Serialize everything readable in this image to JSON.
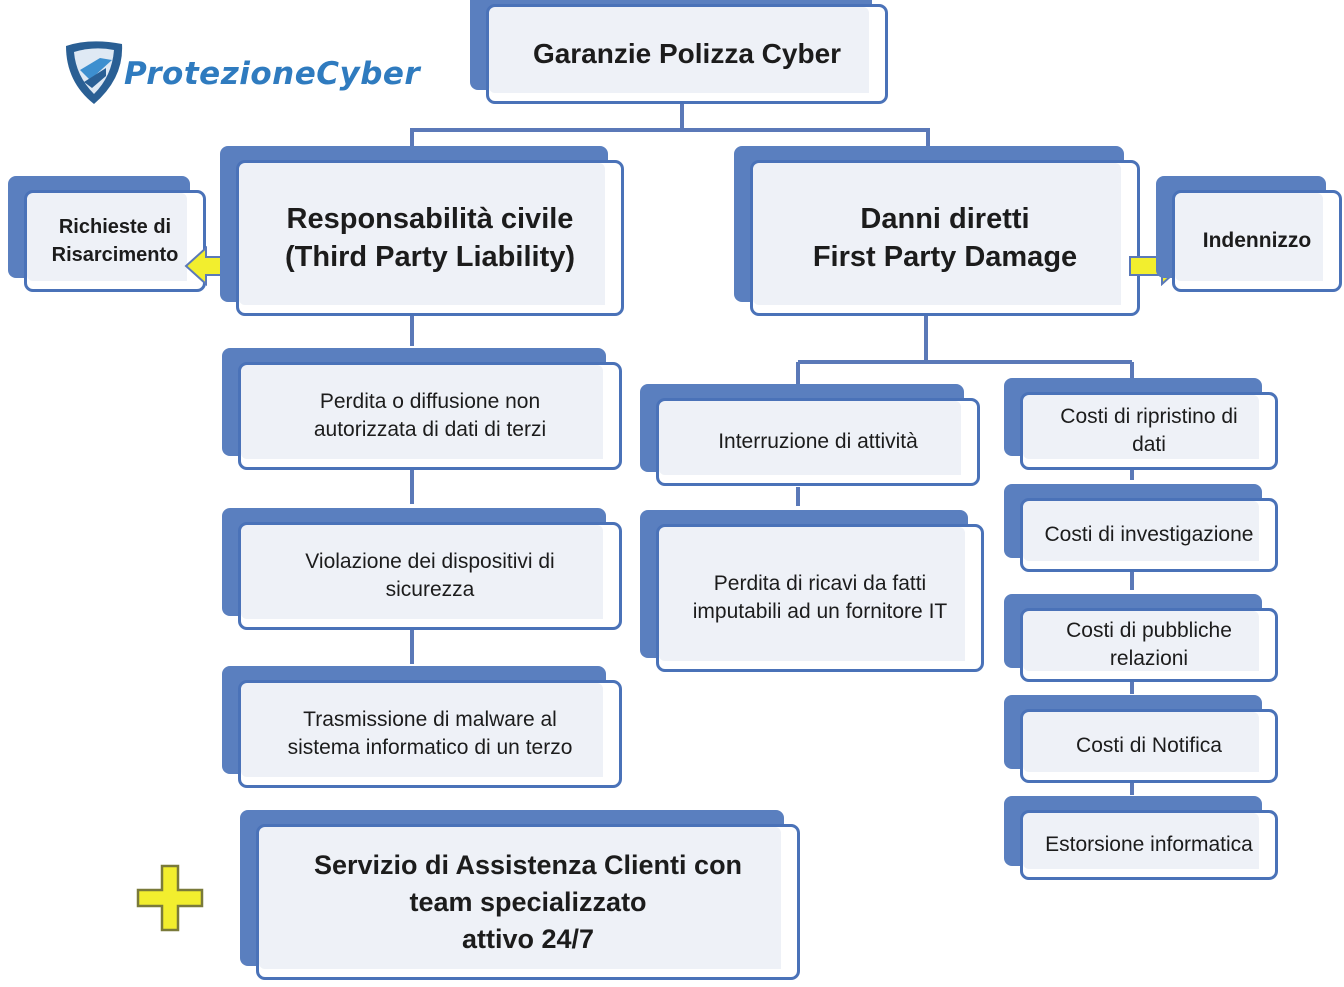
{
  "brand": {
    "name": "ProtezioneCyber",
    "shield_icon": "shield-icon"
  },
  "root": {
    "title": "Garanzie Polizza Cyber"
  },
  "liability": {
    "line1": "Responsabilità civile",
    "line2": "(Third Party Liability)",
    "side": {
      "line1": "Richieste di",
      "line2": "Risarcimento"
    },
    "items": [
      {
        "line1": "Perdita o diffusione non",
        "line2": "autorizzata di dati di terzi"
      },
      {
        "line1": "Violazione dei dispositivi di",
        "line2": "sicurezza"
      },
      {
        "line1": "Trasmissione di malware al",
        "line2": "sistema informatico di un terzo"
      }
    ]
  },
  "direct": {
    "line1": "Danni diretti",
    "line2": "First Party Damage",
    "side": {
      "label": "Indennizzo"
    },
    "left_items": [
      {
        "line1": "Interruzione di attività",
        "line2": ""
      },
      {
        "line1": "Perdita di ricavi da fatti",
        "line2": "imputabili ad un fornitore IT"
      }
    ],
    "right_items": [
      {
        "line1": "Costi di ripristino di",
        "line2": "dati"
      },
      {
        "line1": "Costi di investigazione",
        "line2": ""
      },
      {
        "line1": "Costi di pubbliche",
        "line2": "relazioni"
      },
      {
        "line1": "Costi di Notifica",
        "line2": ""
      },
      {
        "line1": "Estorsione informatica",
        "line2": ""
      }
    ]
  },
  "extra": {
    "line1": "Servizio di Assistenza Clienti con",
    "line2": "team specializzato",
    "line3": "attivo 24/7"
  },
  "colors": {
    "box_border": "#4a72b8",
    "box_shadow": "#5a7fbf",
    "arrow": "#f2ee2e",
    "plus": "#f2ee2e"
  }
}
